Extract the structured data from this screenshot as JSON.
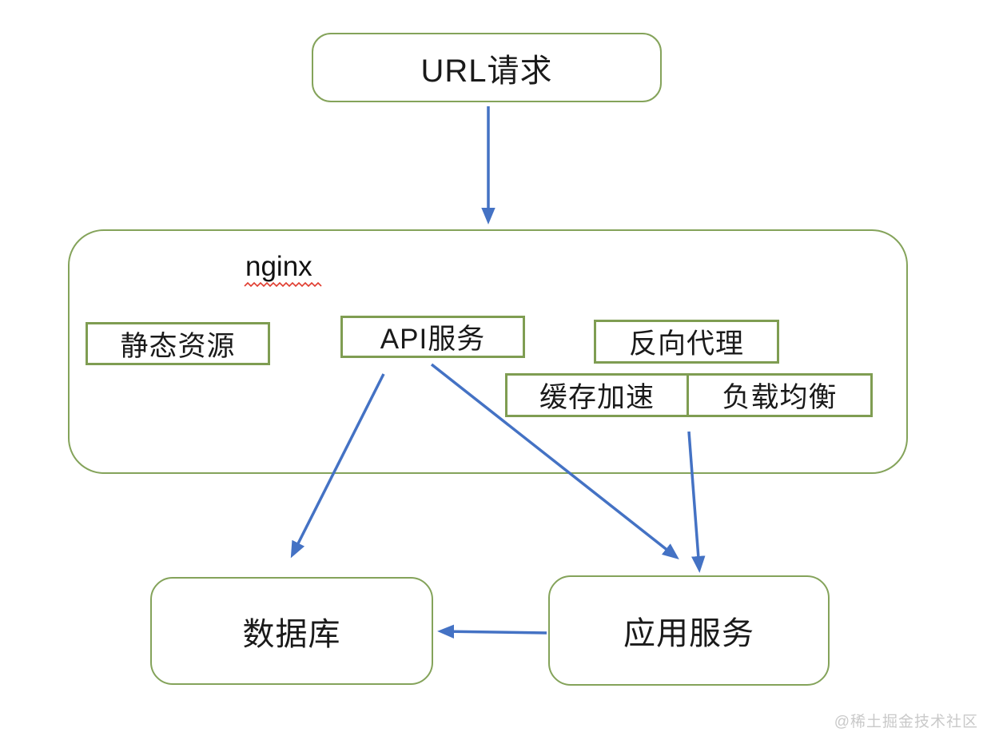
{
  "diagram_title": "nginx request flow diagram",
  "colors": {
    "box_border_green": "#84a35a",
    "small_box_border_green": "#7f9d52",
    "arrow_blue": "#4472c4",
    "spellcheck_red": "#e03c2f",
    "watermark_gray": "#c9c9c9",
    "text_black": "#1a1a1a"
  },
  "nodes": {
    "url_request": {
      "label": "URL请求"
    },
    "nginx": {
      "label": "nginx"
    },
    "static_resources": {
      "label": "静态资源"
    },
    "api_service": {
      "label": "API服务"
    },
    "reverse_proxy": {
      "label": "反向代理"
    },
    "cache_acceleration": {
      "label": "缓存加速"
    },
    "load_balancing": {
      "label": "负载均衡"
    },
    "database": {
      "label": "数据库"
    },
    "app_service": {
      "label": "应用服务"
    }
  },
  "edges": [
    {
      "from": "url_request",
      "to": "nginx"
    },
    {
      "from": "api_service",
      "to": "database"
    },
    {
      "from": "api_service",
      "to": "app_service"
    },
    {
      "from": "load_balancing",
      "to": "app_service"
    },
    {
      "from": "app_service",
      "to": "database"
    }
  ],
  "watermark": {
    "text": "@稀土掘金技术社区"
  }
}
